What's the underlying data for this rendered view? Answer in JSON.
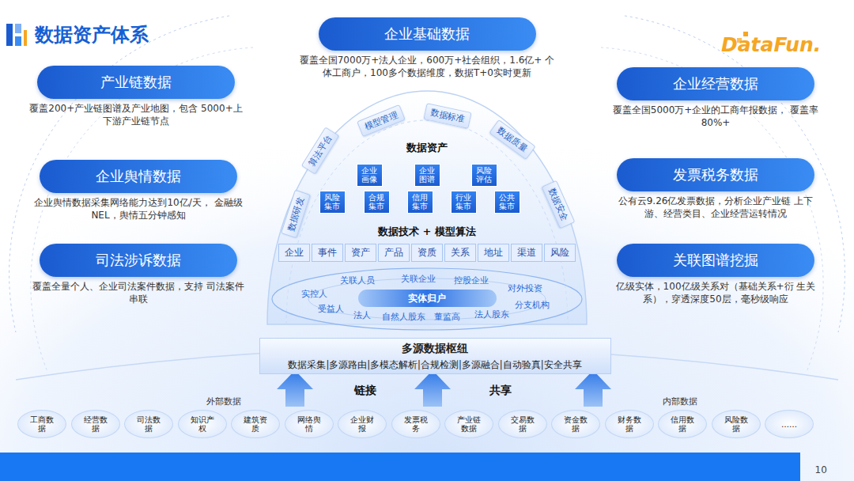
{
  "diagram": {
    "title": "数据资产体系",
    "nodes": [
      {
        "text": [
          "企业基础数据",
          "覆盖全国7000万+法人企业，600万+社会组织，1.6亿+ 个体工商户，100多个数据维度，数据T+0实时更新"
        ]
      },
      {
        "text": [
          "产业链数据",
          "覆盖200+产业链图谱及产业地图，包含 5000+上下游产业链节点"
        ]
      },
      {
        "text": [
          "企业经营数据",
          "覆盖全国5000万+企业的工商年报数据， 覆盖率80%+"
        ]
      },
      {
        "text": [
          "企业舆情数据",
          "企业舆情数据采集网络能力达到10亿/天， 金融级NEL，舆情五分钟感知"
        ]
      },
      {
        "text": [
          "发票税务数据",
          "公有云9.26亿发票数据，分析企业产业链 上下游、经营类目、企业经营运转情况"
        ]
      },
      {
        "text": [
          "司法涉诉数据",
          "覆盖全量个人、企业司法案件数据，支持 司法案件串联"
        ]
      },
      {
        "text": [
          "关联图谱挖掘",
          "亿级实体，100亿级关系对（基础关系+衍 生关系），穿透深度50层，毫秒级响应"
        ]
      },
      {
        "text": [
          "算法平台"
        ]
      },
      {
        "text": [
          "模型管理"
        ]
      },
      {
        "text": [
          "数据标准"
        ]
      },
      {
        "text": [
          "数据质量"
        ]
      },
      {
        "text": [
          "数据研发"
        ]
      },
      {
        "text": [
          "数据安全"
        ]
      },
      {
        "text": [
          "企业画像"
        ]
      },
      {
        "text": [
          "企业图谱"
        ]
      },
      {
        "text": [
          "风险评估"
        ]
      },
      {
        "text": [
          "风险集市"
        ]
      },
      {
        "text": [
          "合规集市"
        ]
      },
      {
        "text": [
          "信用集市"
        ]
      },
      {
        "text": [
          "行业集市"
        ]
      },
      {
        "text": [
          "公共集市"
        ]
      },
      {
        "text": [
          "企业"
        ]
      },
      {
        "text": [
          "事件"
        ]
      },
      {
        "text": [
          "资产"
        ]
      },
      {
        "text": [
          "产品"
        ]
      },
      {
        "text": [
          "资质"
        ]
      },
      {
        "text": [
          "关系"
        ]
      },
      {
        "text": [
          "地址"
        ]
      },
      {
        "text": [
          "渠道"
        ]
      },
      {
        "text": [
          "风险"
        ]
      },
      {
        "text": [
          "实体归户"
        ]
      },
      {
        "text": [
          "多源数据枢纽",
          "数据采集|多源路由|多模态解析|合规检测|多源融合|自动验真|安全共享"
        ]
      },
      {
        "text": [
          "工商数据"
        ]
      },
      {
        "text": [
          "经营数据"
        ]
      },
      {
        "text": [
          "司法数据"
        ]
      },
      {
        "text": [
          "知识产权"
        ]
      },
      {
        "text": [
          "建筑资质"
        ]
      },
      {
        "text": [
          "网络舆情"
        ]
      },
      {
        "text": [
          "企业财报"
        ]
      },
      {
        "text": [
          "发票税务"
        ]
      },
      {
        "text": [
          "产业链数据"
        ]
      },
      {
        "text": [
          "交易数据"
        ]
      },
      {
        "text": [
          "资金数据"
        ]
      },
      {
        "text": [
          "财务数据"
        ]
      },
      {
        "text": [
          "信用数据"
        ]
      },
      {
        "text": [
          "风险数据"
        ]
      },
      {
        "text": [
          "……"
        ]
      }
    ],
    "labels": [
      "DataFun.",
      "数据资产",
      "数据技术 + 模型算法",
      "关联人员",
      "关联企业",
      "控股企业",
      "对外投资",
      "实控人",
      "受益人",
      "法人",
      "自然人股东",
      "董监高",
      "法人股东",
      "分支机构",
      "链接",
      "共享",
      "外部数据",
      "内部数据",
      "10"
    ]
  }
}
